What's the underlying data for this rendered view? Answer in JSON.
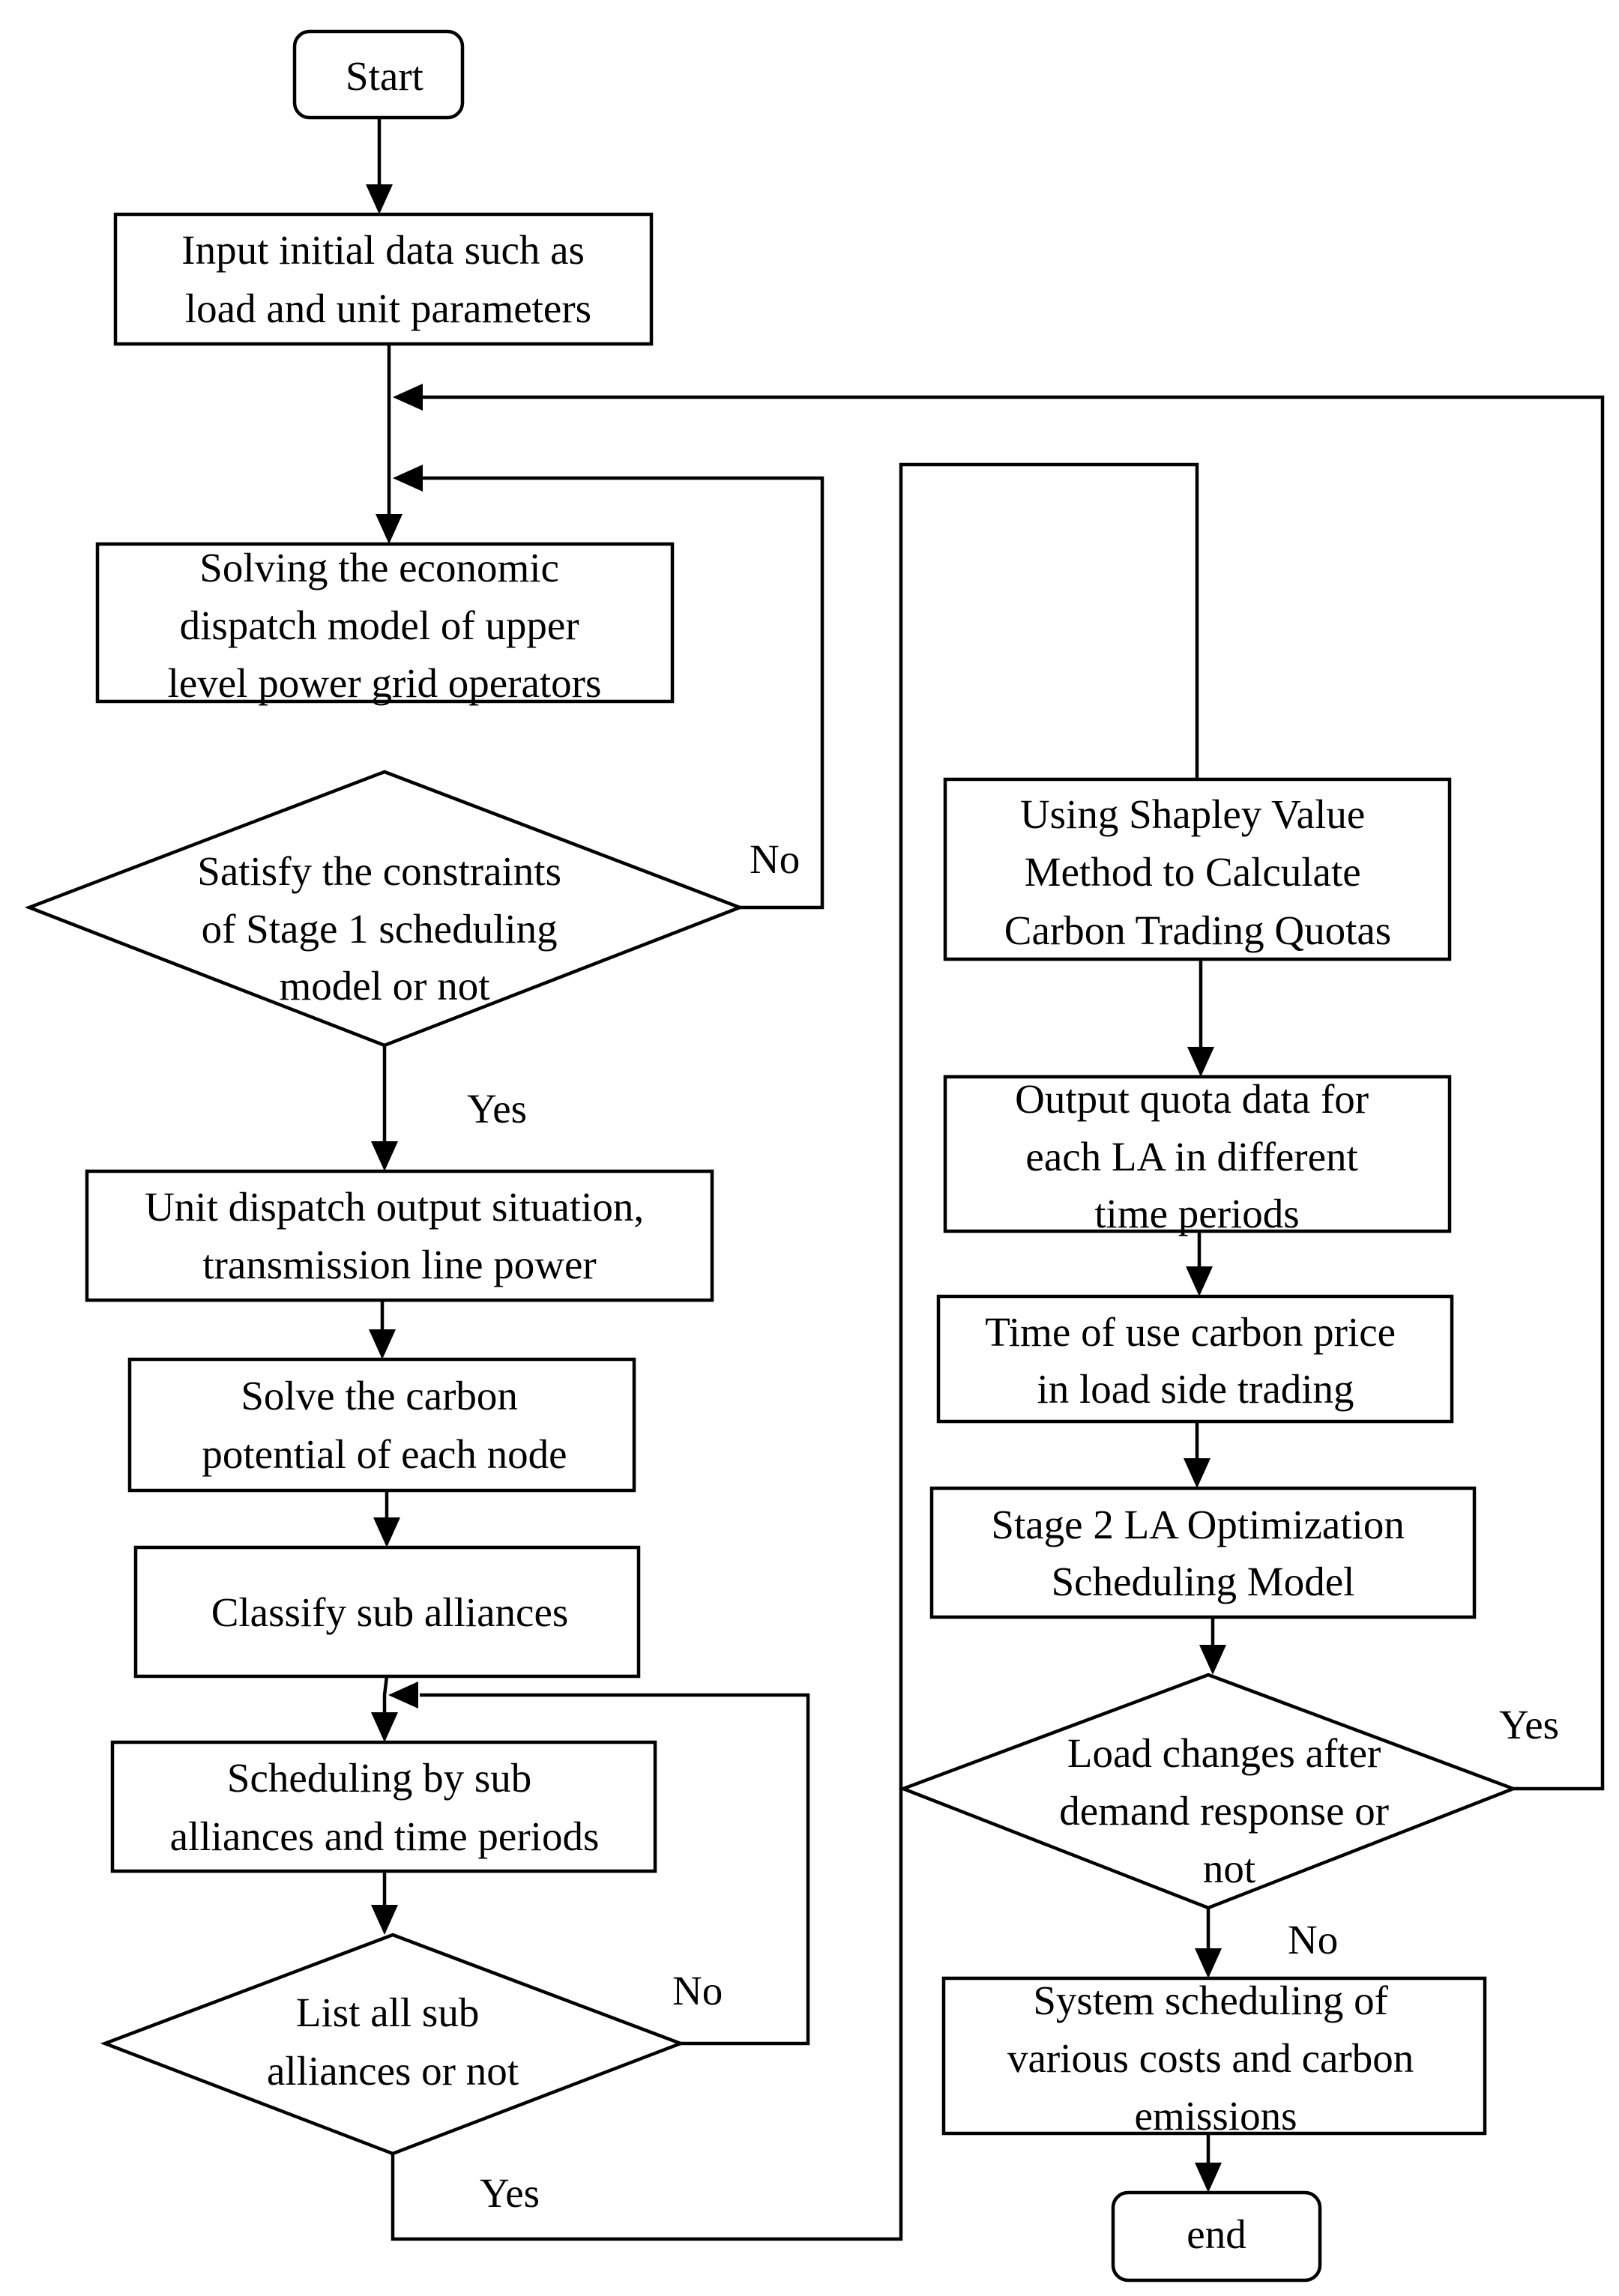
{
  "nodes": {
    "start": {
      "lines": [
        "Start"
      ]
    },
    "input": {
      "lines": [
        "Input initial data such as",
        "load and unit parameters"
      ]
    },
    "solve_upper": {
      "lines": [
        "Solving the economic",
        "dispatch model of upper",
        "level power grid operators"
      ]
    },
    "satisfy": {
      "lines": [
        "Satisfy the constraints",
        "of Stage 1 scheduling",
        "model or not"
      ]
    },
    "unit_dispatch": {
      "lines": [
        "Unit dispatch output situation,",
        "transmission line power"
      ]
    },
    "carbon_potential": {
      "lines": [
        "Solve the carbon",
        "potential of each node"
      ]
    },
    "classify": {
      "lines": [
        "Classify sub alliances"
      ]
    },
    "scheduling_sub": {
      "lines": [
        "Scheduling by sub",
        "alliances and time periods"
      ]
    },
    "list_all": {
      "lines": [
        "List all sub",
        "alliances or not"
      ]
    },
    "shapley": {
      "lines": [
        "Using Shapley Value",
        "Method to Calculate",
        "Carbon Trading Quotas"
      ]
    },
    "output_quota": {
      "lines": [
        "Output quota data for",
        "each LA in different",
        "time periods"
      ]
    },
    "tou_price": {
      "lines": [
        "Time of use carbon price",
        "in load side trading"
      ]
    },
    "stage2": {
      "lines": [
        "Stage 2 LA Optimization",
        "Scheduling Model"
      ]
    },
    "load_changes": {
      "lines": [
        "Load changes after",
        "demand response or",
        "not"
      ]
    },
    "system_sched": {
      "lines": [
        "System scheduling of",
        "various costs and carbon",
        "emissions"
      ]
    },
    "end": {
      "lines": [
        "end"
      ]
    }
  },
  "edge_labels": {
    "satisfy_no": "No",
    "satisfy_yes": "Yes",
    "list_no": "No",
    "list_yes": "Yes",
    "load_yes": "Yes",
    "load_no": "No"
  }
}
